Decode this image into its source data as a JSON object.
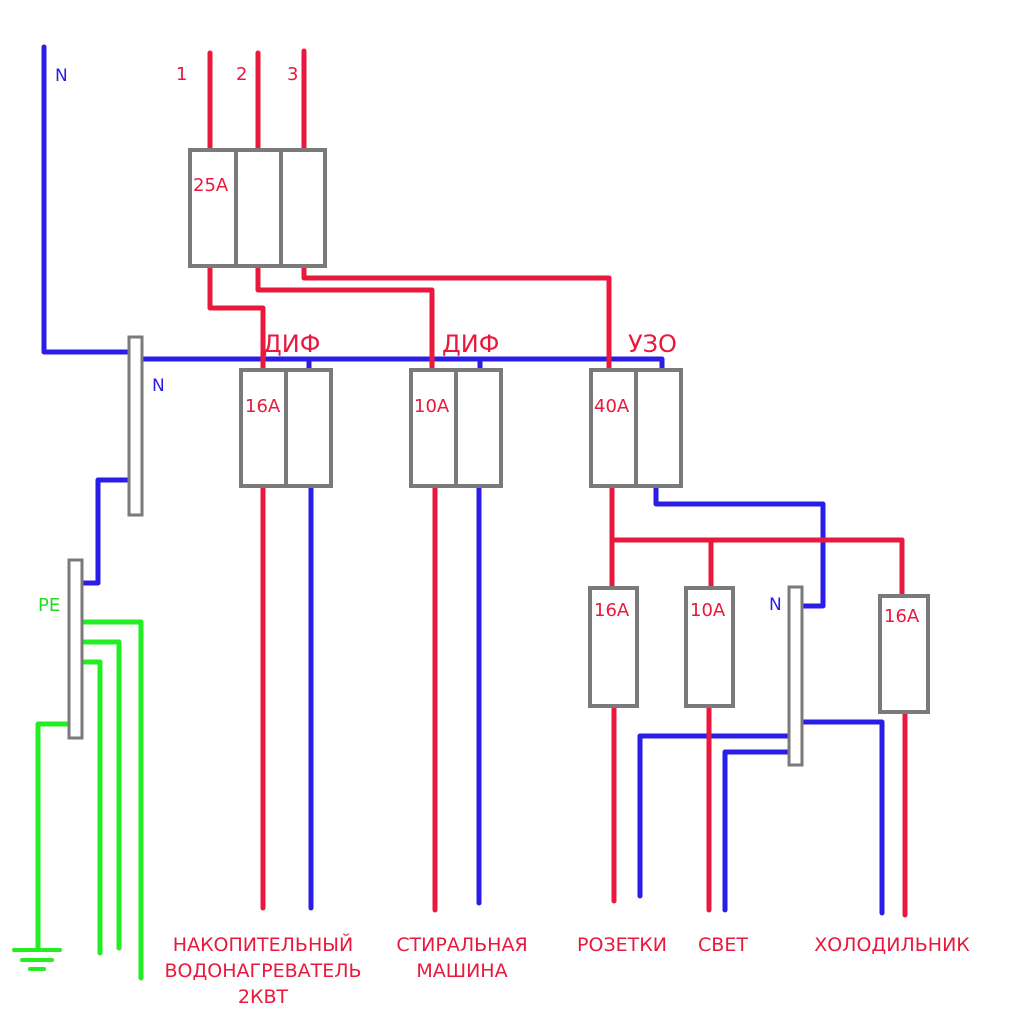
{
  "colors": {
    "phase": "#e8193c",
    "neutral": "#2a1ee6",
    "earth": "#22ee22",
    "breaker_outline": "#7a7a7a",
    "busbar_fill": "#ffffff"
  },
  "labels": {
    "neutral_input": "N",
    "phase_1": "1",
    "phase_2": "2",
    "phase_3": "3",
    "neutral_bus": "N",
    "pe_bus": "PE",
    "neutral_bus_rcd": "N"
  },
  "breakers": {
    "main": "25A",
    "dif_1_group": "ДИФ",
    "dif_1": "16A",
    "dif_2_group": "ДИФ",
    "dif_2": "10A",
    "uzo_group": "УЗО",
    "uzo": "40A",
    "outlets": "16A",
    "light": "10A",
    "fridge": "16A"
  },
  "loads": {
    "water_heater": [
      "НАКОПИТЕЛЬНЫЙ",
      "ВОДОНАГРЕВАТЕЛЬ",
      "2КВТ"
    ],
    "washing_machine": [
      "СТИРАЛЬНАЯ",
      "МАШИНА"
    ],
    "outlets": "РОЗЕТКИ",
    "light": "СВЕТ",
    "fridge": "ХОЛОДИЛЬНИК"
  }
}
